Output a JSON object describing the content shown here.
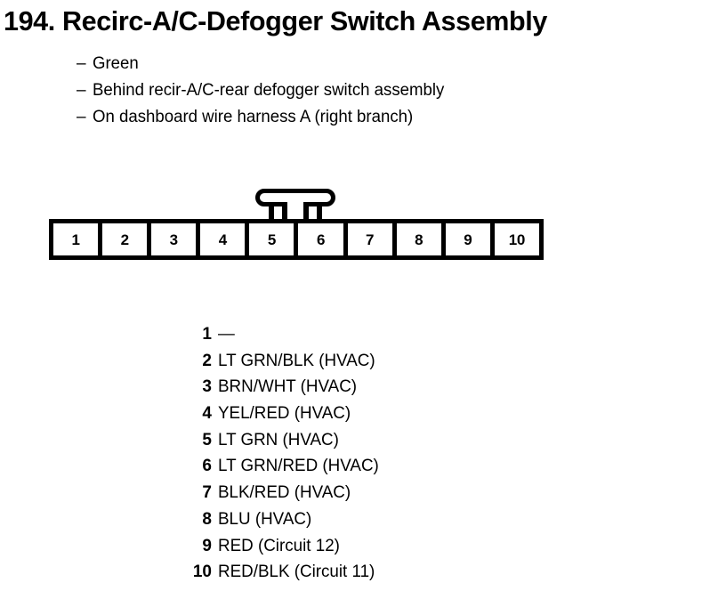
{
  "title": "194. Recirc-A/C-Defogger Switch Assembly",
  "description": {
    "dash": "–",
    "items": [
      "Green",
      "Behind recir-A/C-rear defogger switch assembly",
      "On dashboard wire harness A (right branch)"
    ]
  },
  "connector": {
    "pin_count": 10,
    "pins": [
      "1",
      "2",
      "3",
      "4",
      "5",
      "6",
      "7",
      "8",
      "9",
      "10"
    ],
    "latch_position": "top-center"
  },
  "legend": {
    "rows": [
      {
        "num": "1",
        "desc": "—"
      },
      {
        "num": "2",
        "desc": "LT GRN/BLK (HVAC)"
      },
      {
        "num": "3",
        "desc": "BRN/WHT (HVAC)"
      },
      {
        "num": "4",
        "desc": "YEL/RED (HVAC)"
      },
      {
        "num": "5",
        "desc": "LT GRN (HVAC)"
      },
      {
        "num": "6",
        "desc": "LT GRN/RED (HVAC)"
      },
      {
        "num": "7",
        "desc": "BLK/RED (HVAC)"
      },
      {
        "num": "8",
        "desc": "BLU (HVAC)"
      },
      {
        "num": "9",
        "desc": "RED (Circuit 12)"
      },
      {
        "num": "10",
        "desc": "RED/BLK (Circuit 11)"
      }
    ]
  },
  "colors": {
    "ink": "#000000",
    "page": "#ffffff"
  }
}
